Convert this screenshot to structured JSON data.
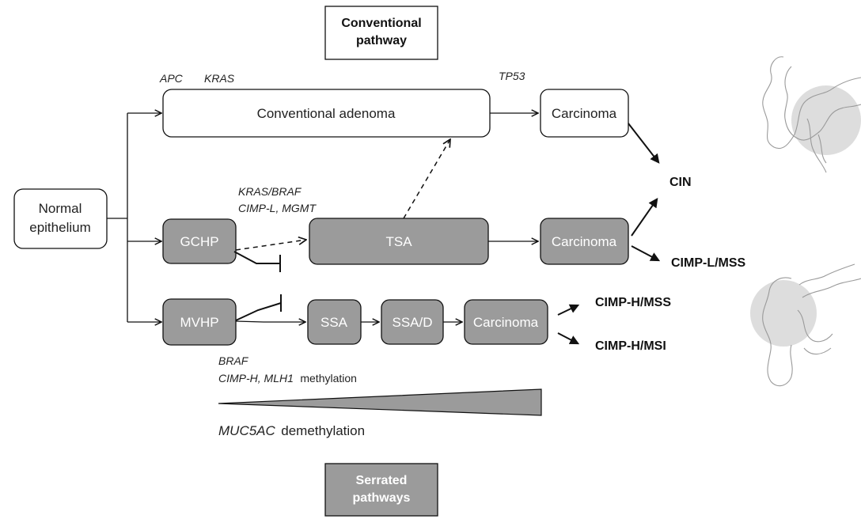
{
  "headers": {
    "conventional": [
      "Conventional",
      "pathway"
    ],
    "serrated": [
      "Serrated",
      "pathways"
    ]
  },
  "boxes": {
    "normal": [
      "Normal",
      "epithelium"
    ],
    "conventional_adenoma": "Conventional  adenoma",
    "carcinoma_top": "Carcinoma",
    "gchp": "GCHP",
    "tsa": "TSA",
    "carcinoma_mid": "Carcinoma",
    "mvhp": "MVHP",
    "ssa": "SSA",
    "ssad": "SSA/D",
    "carcinoma_bottom": "Carcinoma"
  },
  "gene_labels": {
    "apc": "APC",
    "kras": "KRAS",
    "tp53": "TP53",
    "kras_braf": "KRAS/BRAF",
    "cimp_l_mgmt": "CIMP-L, MGMT",
    "braf": "BRAF",
    "cimp_h_mlh1": "CIMP-H, MLH1",
    "methylation": "methylation"
  },
  "outcomes": {
    "cin": "CIN",
    "cimp_l_mss": "CIMP-L/MSS",
    "cimp_h_mss": "CIMP-H/MSS",
    "cimp_h_msi": "CIMP-H/MSI"
  },
  "gradient": {
    "gene": "MUC5AC",
    "label": "demethylation"
  },
  "colors": {
    "gray_box": "#9b9b9b",
    "highlight": "#c8c8c8"
  }
}
